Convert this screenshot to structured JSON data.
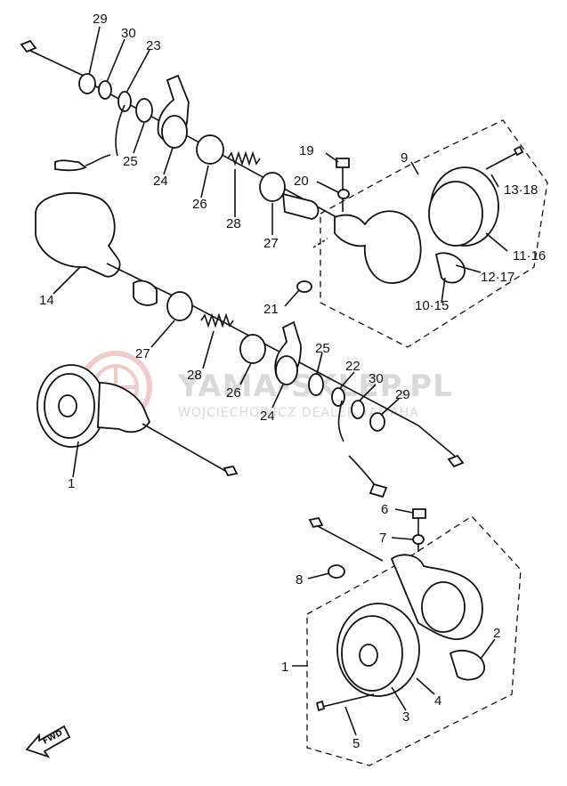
{
  "watermark": {
    "line1": "YAMA-SKLEP.PL",
    "line2": "WOJCIECHOWICZ DEALER YAMAHA",
    "logo_color": "#e8a0a0"
  },
  "fwd_label": "FWD",
  "callouts": [
    {
      "id": "c29a",
      "text": "29"
    },
    {
      "id": "c30a",
      "text": "30"
    },
    {
      "id": "c23",
      "text": "23"
    },
    {
      "id": "c25a",
      "text": "25"
    },
    {
      "id": "c24a",
      "text": "24"
    },
    {
      "id": "c26a",
      "text": "26"
    },
    {
      "id": "c28a",
      "text": "28"
    },
    {
      "id": "c27a",
      "text": "27"
    },
    {
      "id": "c19",
      "text": "19"
    },
    {
      "id": "c20",
      "text": "20"
    },
    {
      "id": "c9",
      "text": "9"
    },
    {
      "id": "c1318",
      "text": "13·18"
    },
    {
      "id": "c1116",
      "text": "11·16"
    },
    {
      "id": "c1217",
      "text": "12·17"
    },
    {
      "id": "c1015",
      "text": "10·15"
    },
    {
      "id": "c21",
      "text": "21"
    },
    {
      "id": "c14",
      "text": "14"
    },
    {
      "id": "c27b",
      "text": "27"
    },
    {
      "id": "c28b",
      "text": "28"
    },
    {
      "id": "c26b",
      "text": "26"
    },
    {
      "id": "c24b",
      "text": "24"
    },
    {
      "id": "c25b",
      "text": "25"
    },
    {
      "id": "c22",
      "text": "22"
    },
    {
      "id": "c30b",
      "text": "30"
    },
    {
      "id": "c29b",
      "text": "29"
    },
    {
      "id": "c1a",
      "text": "1"
    },
    {
      "id": "c6",
      "text": "6"
    },
    {
      "id": "c7",
      "text": "7"
    },
    {
      "id": "c8",
      "text": "8"
    },
    {
      "id": "c2",
      "text": "2"
    },
    {
      "id": "c1b",
      "text": "1"
    },
    {
      "id": "c4",
      "text": "4"
    },
    {
      "id": "c3",
      "text": "3"
    },
    {
      "id": "c5",
      "text": "5"
    }
  ]
}
